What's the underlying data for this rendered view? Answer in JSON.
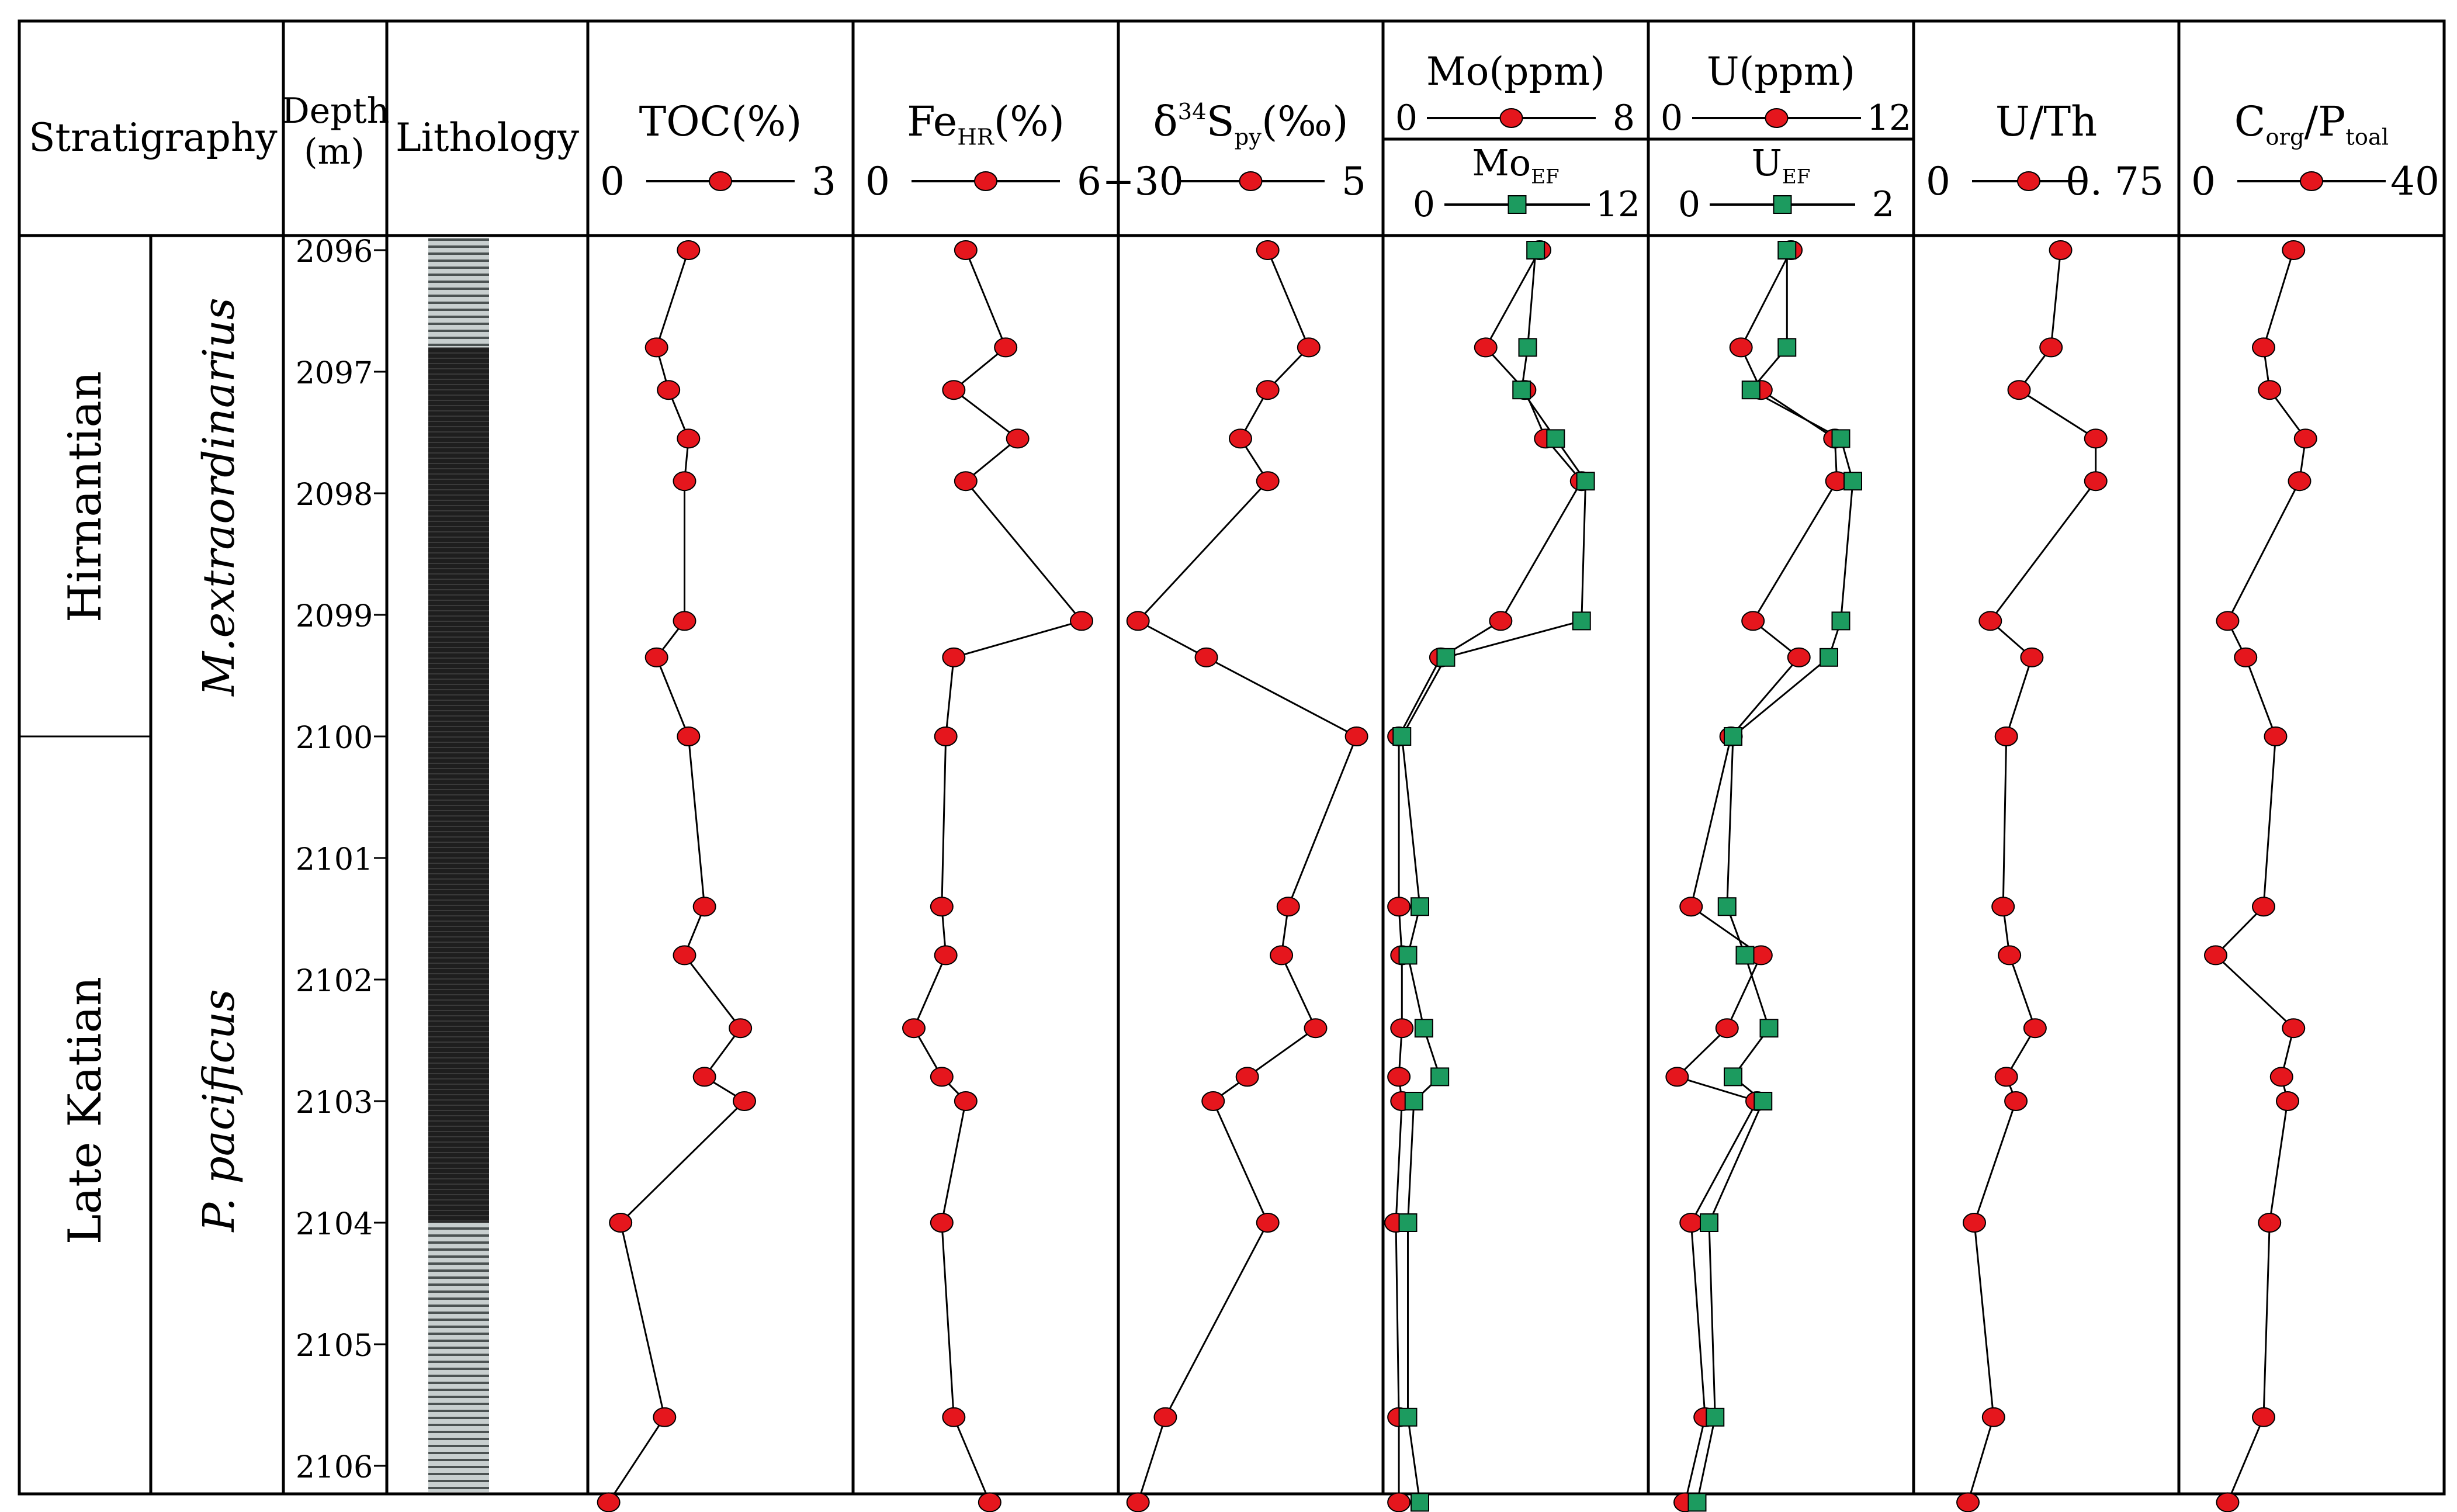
{
  "header": {
    "stratigraphy": "Stratigraphy",
    "depth": "Depth",
    "depth_unit": "(m)",
    "lithology": "Lithology"
  },
  "stages": [
    "Hirnantian",
    "Late Katian"
  ],
  "zones": [
    "M.extraordinarius",
    "P. pacificus"
  ],
  "colors": {
    "circle": "#e5161d",
    "square": "#1c9b5f",
    "line": "#000000",
    "lithology_dark": "#1e1e1e",
    "lithology_light": "#c8cfcf"
  },
  "chart_data": {
    "type": "scatter",
    "depth_axis": {
      "ticks": [
        2096,
        2097,
        2098,
        2099,
        2100,
        2101,
        2102,
        2103,
        2104,
        2105,
        2106
      ],
      "range": [
        2095.9,
        2106.4
      ],
      "reversed": true
    },
    "stage_boundary_depth": 2100,
    "lithology": [
      {
        "from": 2095.9,
        "to": 2096.8,
        "type": "grey-laminated"
      },
      {
        "from": 2096.8,
        "to": 2104.0,
        "type": "black-shale"
      },
      {
        "from": 2104.0,
        "to": 2106.4,
        "type": "grey-laminated"
      }
    ],
    "panels": [
      {
        "id": "toc",
        "label": "TOC(%)",
        "min": "0",
        "max": "3",
        "range": [
          0,
          3
        ],
        "series": [
          {
            "marker": "circle",
            "x": [
              1.1,
              0.7,
              0.85,
              1.1,
              1.05,
              1.05,
              0.7,
              1.1,
              1.3,
              1.05,
              1.75,
              1.3,
              1.8,
              0.25,
              0.8,
              0.1
            ],
            "depth": [
              2096.0,
              2096.8,
              2097.15,
              2097.55,
              2097.9,
              2099.05,
              2099.35,
              2100.0,
              2101.4,
              2101.8,
              2102.4,
              2102.8,
              2103.0,
              2104.0,
              2105.6,
              2106.3
            ]
          }
        ]
      },
      {
        "id": "fehr",
        "label": "Fe",
        "label_sub": "HR",
        "label_tail": "(%)",
        "min": "0",
        "max": "6",
        "range": [
          0,
          6
        ],
        "series": [
          {
            "marker": "circle",
            "x": [
              2.5,
              3.5,
              2.2,
              3.8,
              2.5,
              5.4,
              2.2,
              2.0,
              1.9,
              2.0,
              1.2,
              1.9,
              2.5,
              1.9,
              2.2,
              3.1
            ],
            "depth": [
              2096.0,
              2096.8,
              2097.15,
              2097.55,
              2097.9,
              2099.05,
              2099.35,
              2100.0,
              2101.4,
              2101.8,
              2102.4,
              2102.8,
              2103.0,
              2104.0,
              2105.6,
              2106.3
            ]
          }
        ]
      },
      {
        "id": "d34s",
        "label": "δ",
        "label_sup": "34",
        "label_mid": "S",
        "label_sub": "py",
        "label_tail": "(‰)",
        "min": "−30",
        "max": "5",
        "range": [
          -30,
          5
        ],
        "series": [
          {
            "marker": "circle",
            "x": [
              -10,
              -4,
              -10,
              -14,
              -10,
              -29,
              -19,
              3,
              -7,
              -8,
              -3,
              -13,
              -18,
              -10,
              -25,
              -29
            ],
            "depth": [
              2096.0,
              2096.8,
              2097.15,
              2097.55,
              2097.9,
              2099.05,
              2099.35,
              2100.0,
              2101.4,
              2101.8,
              2102.4,
              2102.8,
              2103.0,
              2104.0,
              2105.6,
              2106.3
            ]
          }
        ]
      },
      {
        "id": "mo",
        "top_label": "Mo(ppm)",
        "top_min": "0",
        "top_max": "8",
        "bottom_label": "Mo",
        "bottom_sub": "EF",
        "bottom_min": "0",
        "bottom_max": "12",
        "series": [
          {
            "name": "Mo(ppm)",
            "marker": "circle",
            "range": [
              0,
              8
            ],
            "x": [
              4.8,
              3.0,
              4.3,
              5.0,
              6.2,
              3.5,
              1.5,
              0.1,
              0.1,
              0.2,
              0.2,
              0.1,
              0.2,
              0.0,
              0.1,
              0.1
            ],
            "depth": [
              2096.0,
              2096.8,
              2097.15,
              2097.55,
              2097.9,
              2099.05,
              2099.35,
              2100.0,
              2101.4,
              2101.8,
              2102.4,
              2102.8,
              2103.0,
              2104.0,
              2105.6,
              2106.3
            ]
          },
          {
            "name": "Mo_EF",
            "marker": "square",
            "range": [
              0,
              12
            ],
            "x": [
              7.0,
              6.6,
              6.3,
              8.0,
              9.5,
              9.3,
              2.5,
              0.3,
              1.2,
              0.6,
              1.4,
              2.2,
              0.9,
              0.6,
              0.6,
              1.2
            ],
            "depth": [
              2096.0,
              2096.8,
              2097.15,
              2097.55,
              2097.9,
              2099.05,
              2099.35,
              2100.0,
              2101.4,
              2101.8,
              2102.4,
              2102.8,
              2103.0,
              2104.0,
              2105.6,
              2106.3
            ]
          }
        ]
      },
      {
        "id": "u",
        "top_label": "U(ppm)",
        "top_min": "0",
        "top_max": "12",
        "bottom_label": "U",
        "bottom_sub": "EF",
        "bottom_min": "0",
        "bottom_max": "2",
        "series": [
          {
            "name": "U(ppm)",
            "marker": "circle",
            "range": [
              0,
              12
            ],
            "x": [
              6.5,
              4.0,
              5.0,
              8.7,
              8.8,
              4.6,
              6.9,
              3.5,
              1.5,
              5.0,
              3.3,
              0.8,
              4.8,
              1.5,
              2.2,
              1.2
            ],
            "depth": [
              2096.0,
              2096.8,
              2097.15,
              2097.55,
              2097.9,
              2099.05,
              2099.35,
              2100.0,
              2101.4,
              2101.8,
              2102.4,
              2102.8,
              2103.0,
              2104.0,
              2105.6,
              2106.3
            ]
          },
          {
            "name": "U_EF",
            "marker": "square",
            "range": [
              0,
              2
            ],
            "x": [
              1.05,
              1.05,
              0.75,
              1.5,
              1.6,
              1.5,
              1.4,
              0.6,
              0.55,
              0.7,
              0.9,
              0.6,
              0.85,
              0.4,
              0.45,
              0.3
            ],
            "depth": [
              2096.0,
              2096.8,
              2097.15,
              2097.55,
              2097.9,
              2099.05,
              2099.35,
              2100.0,
              2101.4,
              2101.8,
              2102.4,
              2102.8,
              2103.0,
              2104.0,
              2105.6,
              2106.3
            ]
          }
        ]
      },
      {
        "id": "uth",
        "label": "U/Th",
        "min": "0",
        "max": "0. 75",
        "range": [
          0,
          0.75
        ],
        "series": [
          {
            "marker": "circle",
            "x": [
              0.42,
              0.39,
              0.29,
              0.53,
              0.53,
              0.2,
              0.33,
              0.25,
              0.24,
              0.26,
              0.34,
              0.25,
              0.28,
              0.15,
              0.21,
              0.13
            ],
            "depth": [
              2096.0,
              2096.8,
              2097.15,
              2097.55,
              2097.9,
              2099.05,
              2099.35,
              2100.0,
              2101.4,
              2101.8,
              2102.4,
              2102.8,
              2103.0,
              2104.0,
              2105.6,
              2106.3
            ]
          }
        ]
      },
      {
        "id": "corgp",
        "label": "C",
        "label_sub": "org",
        "label_mid": "/P",
        "label_sub2": "toal",
        "min": "0",
        "max": "40",
        "range": [
          0,
          40
        ],
        "series": [
          {
            "marker": "circle",
            "x": [
              17,
              12,
              13,
              19,
              18,
              6,
              9,
              14,
              12,
              4,
              17,
              15,
              16,
              13,
              12,
              6
            ],
            "depth": [
              2096.0,
              2096.8,
              2097.15,
              2097.55,
              2097.9,
              2099.05,
              2099.35,
              2100.0,
              2101.4,
              2101.8,
              2102.4,
              2102.8,
              2103.0,
              2104.0,
              2105.6,
              2106.3
            ]
          }
        ]
      }
    ]
  }
}
